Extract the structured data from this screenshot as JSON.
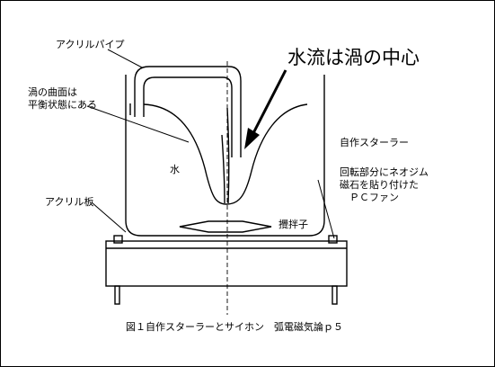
{
  "labels": {
    "acrylic_pipe": "アクリルパイプ",
    "vortex_curve": "渦の曲面は\n平衡状態にある",
    "flow_center": "水流は渦の中心",
    "water": "水",
    "homemade_stirrer": "自作スターラー",
    "neodymium_note": "回転部分にネオジム\n磁石を貼り付けた\n　ＰＣファン",
    "acrylic_plate": "アクリル板",
    "stir_bar": "攪拌子"
  },
  "caption": "図１自作スターラーとサイホン　弧電磁気論ｐ５",
  "colors": {
    "line": "#000000",
    "background": "#ffffff"
  }
}
